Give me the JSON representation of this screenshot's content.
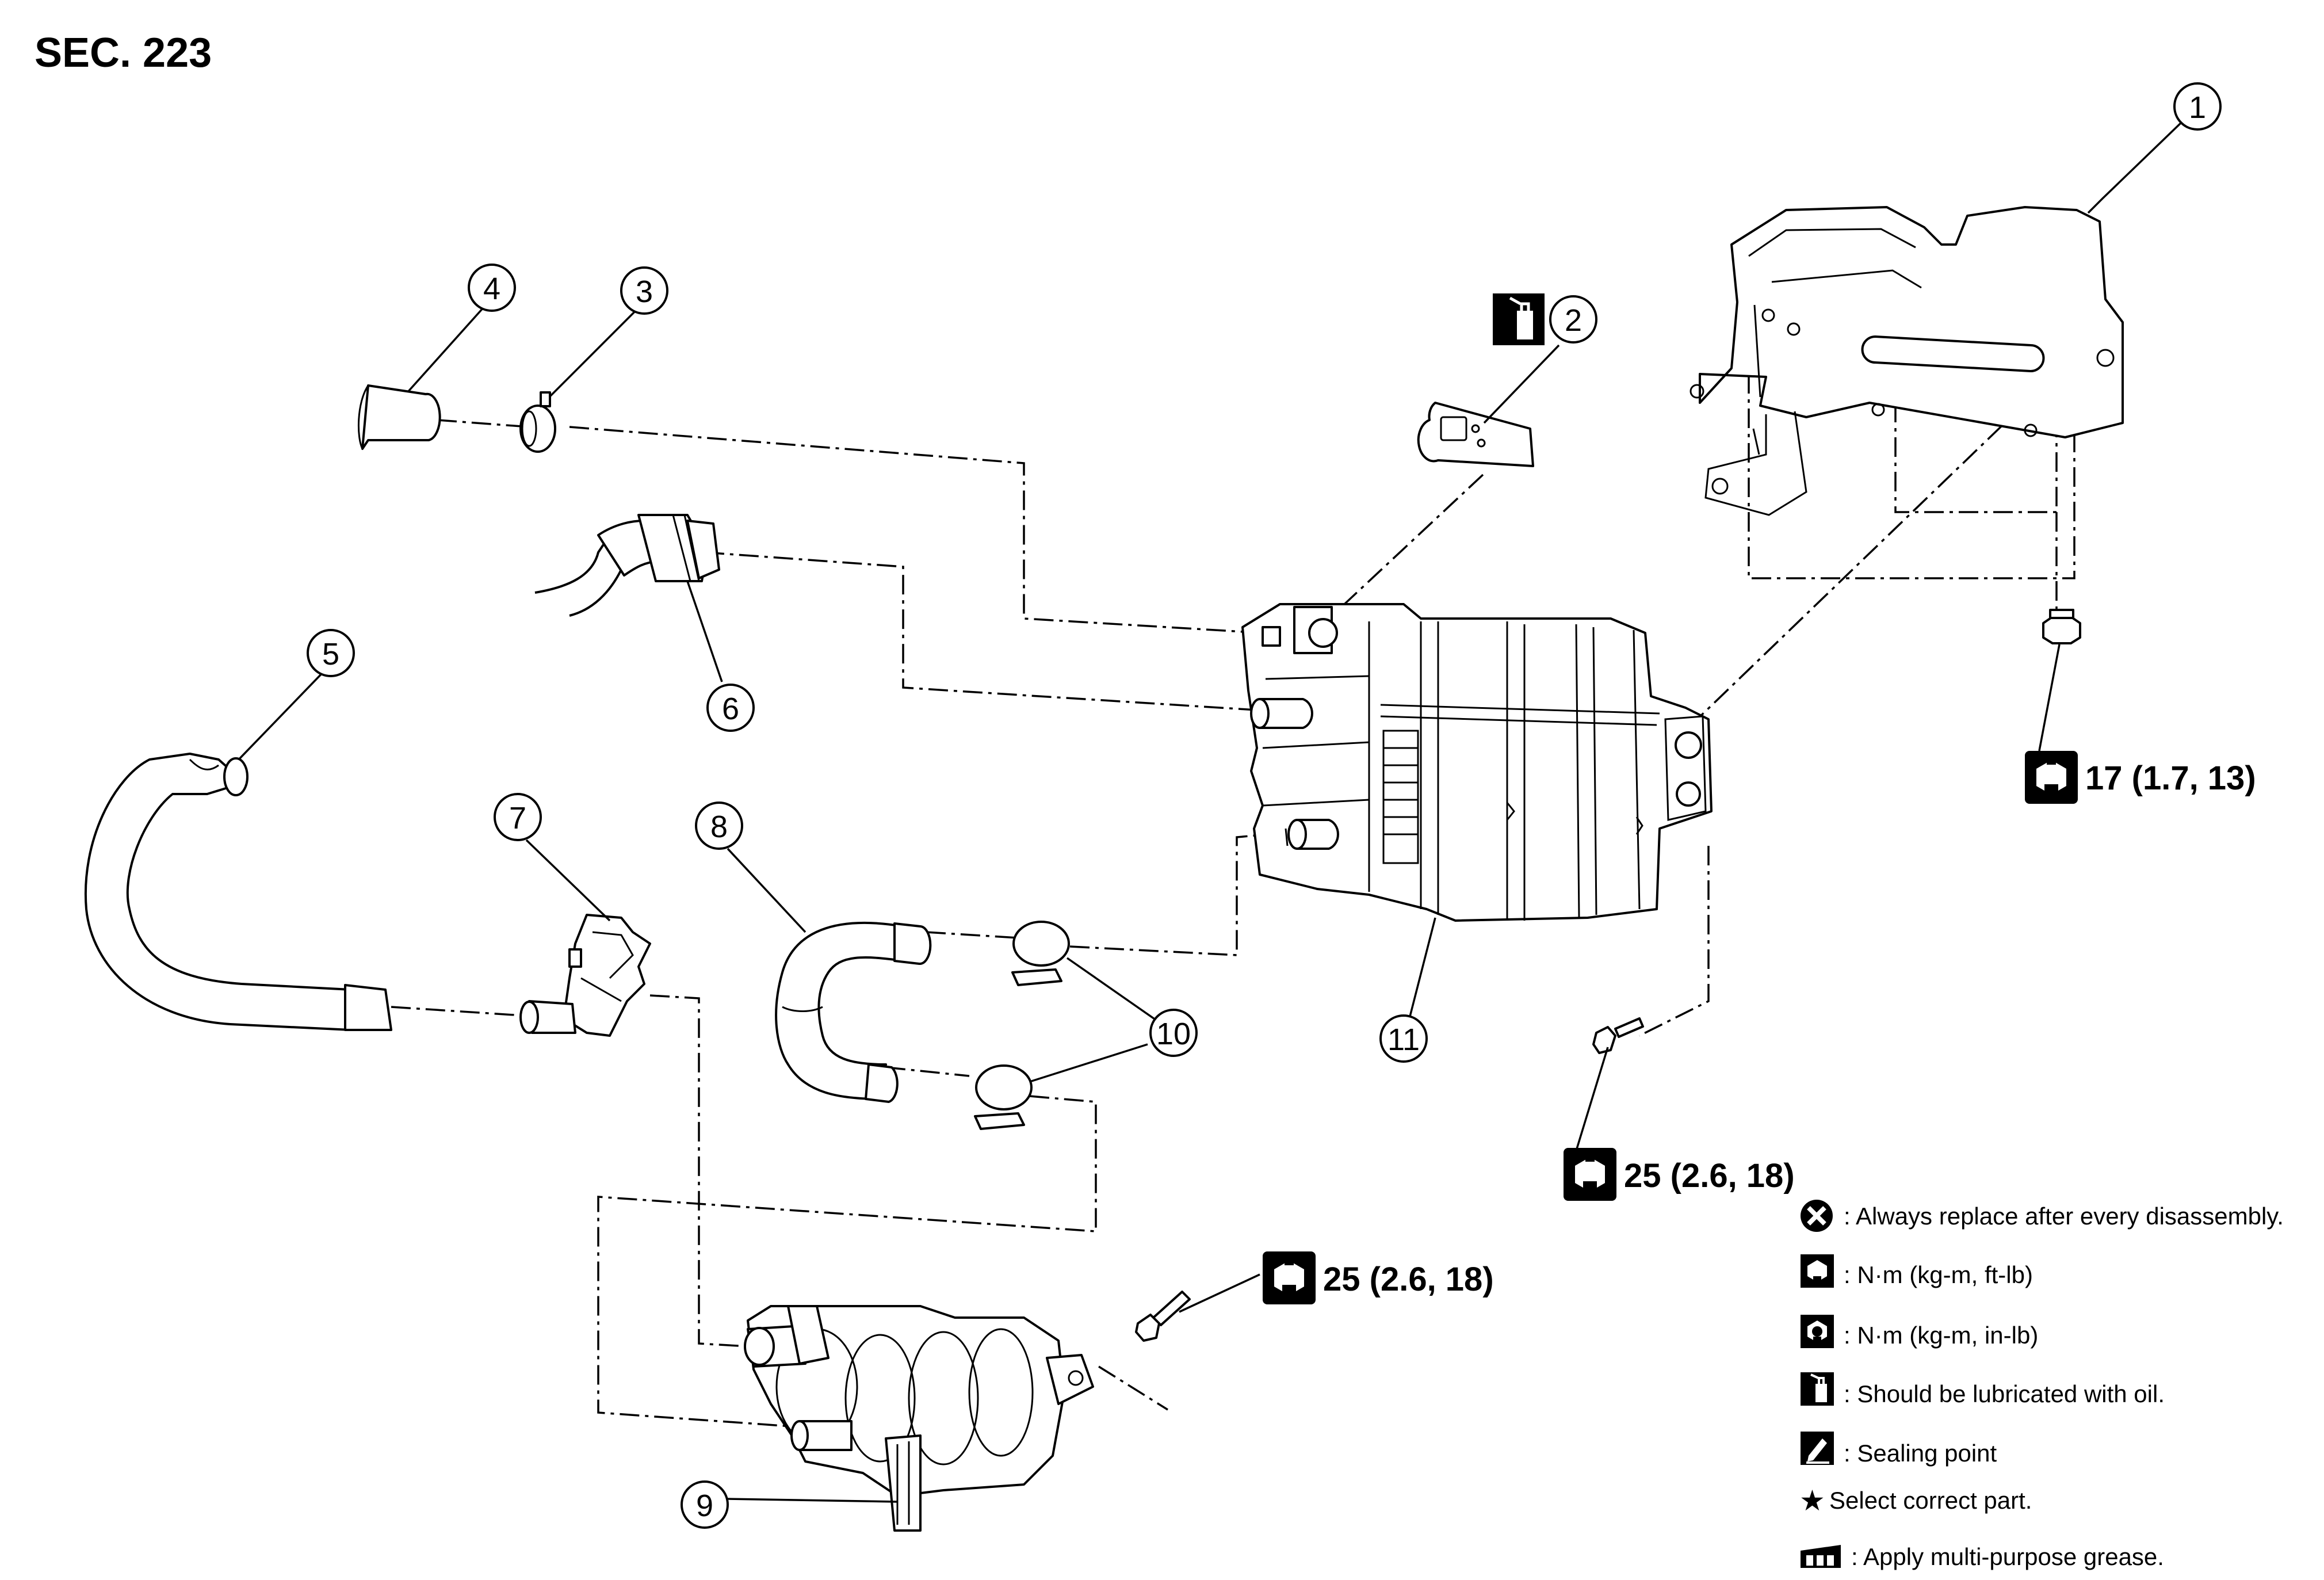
{
  "section": "SEC. 223",
  "callouts": [
    "1",
    "2",
    "3",
    "4",
    "5",
    "6",
    "7",
    "8",
    "9",
    "10",
    "11"
  ],
  "torques": [
    {
      "text": "17 (1.7, 13)",
      "icon": "torque-wrench-ft-lb-icon"
    },
    {
      "text": "25 (2.6, 18)",
      "icon": "torque-wrench-ft-lb-icon"
    },
    {
      "text": "25 (2.6, 18)",
      "icon": "torque-wrench-ft-lb-icon"
    }
  ],
  "legend": [
    {
      "icon": "always-replace-icon",
      "text": ": Always replace after every disassembly."
    },
    {
      "icon": "torque-ft-lb-icon",
      "text": ": N·m (kg-m, ft-lb)"
    },
    {
      "icon": "torque-in-lb-icon",
      "text": ": N·m (kg-m, in-lb)"
    },
    {
      "icon": "oil-lubricate-icon",
      "text": ": Should be lubricated with oil."
    },
    {
      "icon": "sealing-point-icon",
      "text": ": Sealing point"
    },
    {
      "icon": "star-icon",
      "text": "Select correct part."
    },
    {
      "icon": "grease-icon",
      "text": ": Apply multi-purpose grease."
    }
  ]
}
